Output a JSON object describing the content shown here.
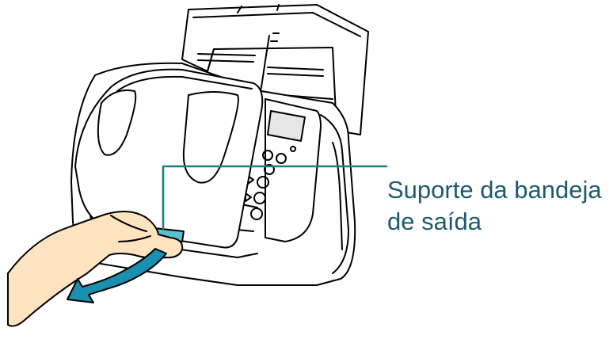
{
  "callout": {
    "line1": "Suporte da bandeja",
    "line2": "de saída"
  },
  "colors": {
    "outline": "#000000",
    "body_fill": "#ffffff",
    "display_fill": "#e6e6e6",
    "leader_line": "#1c7a93",
    "label_text": "#1c5a72",
    "highlight_part": "#5bbfd2",
    "arrow_fill": "#1a8fb0",
    "hand_fill": "#fde3bf"
  },
  "icons": {
    "arrow": "curved-arrow-down-left",
    "device": "document-scanner",
    "hand": "hand-pulling"
  }
}
